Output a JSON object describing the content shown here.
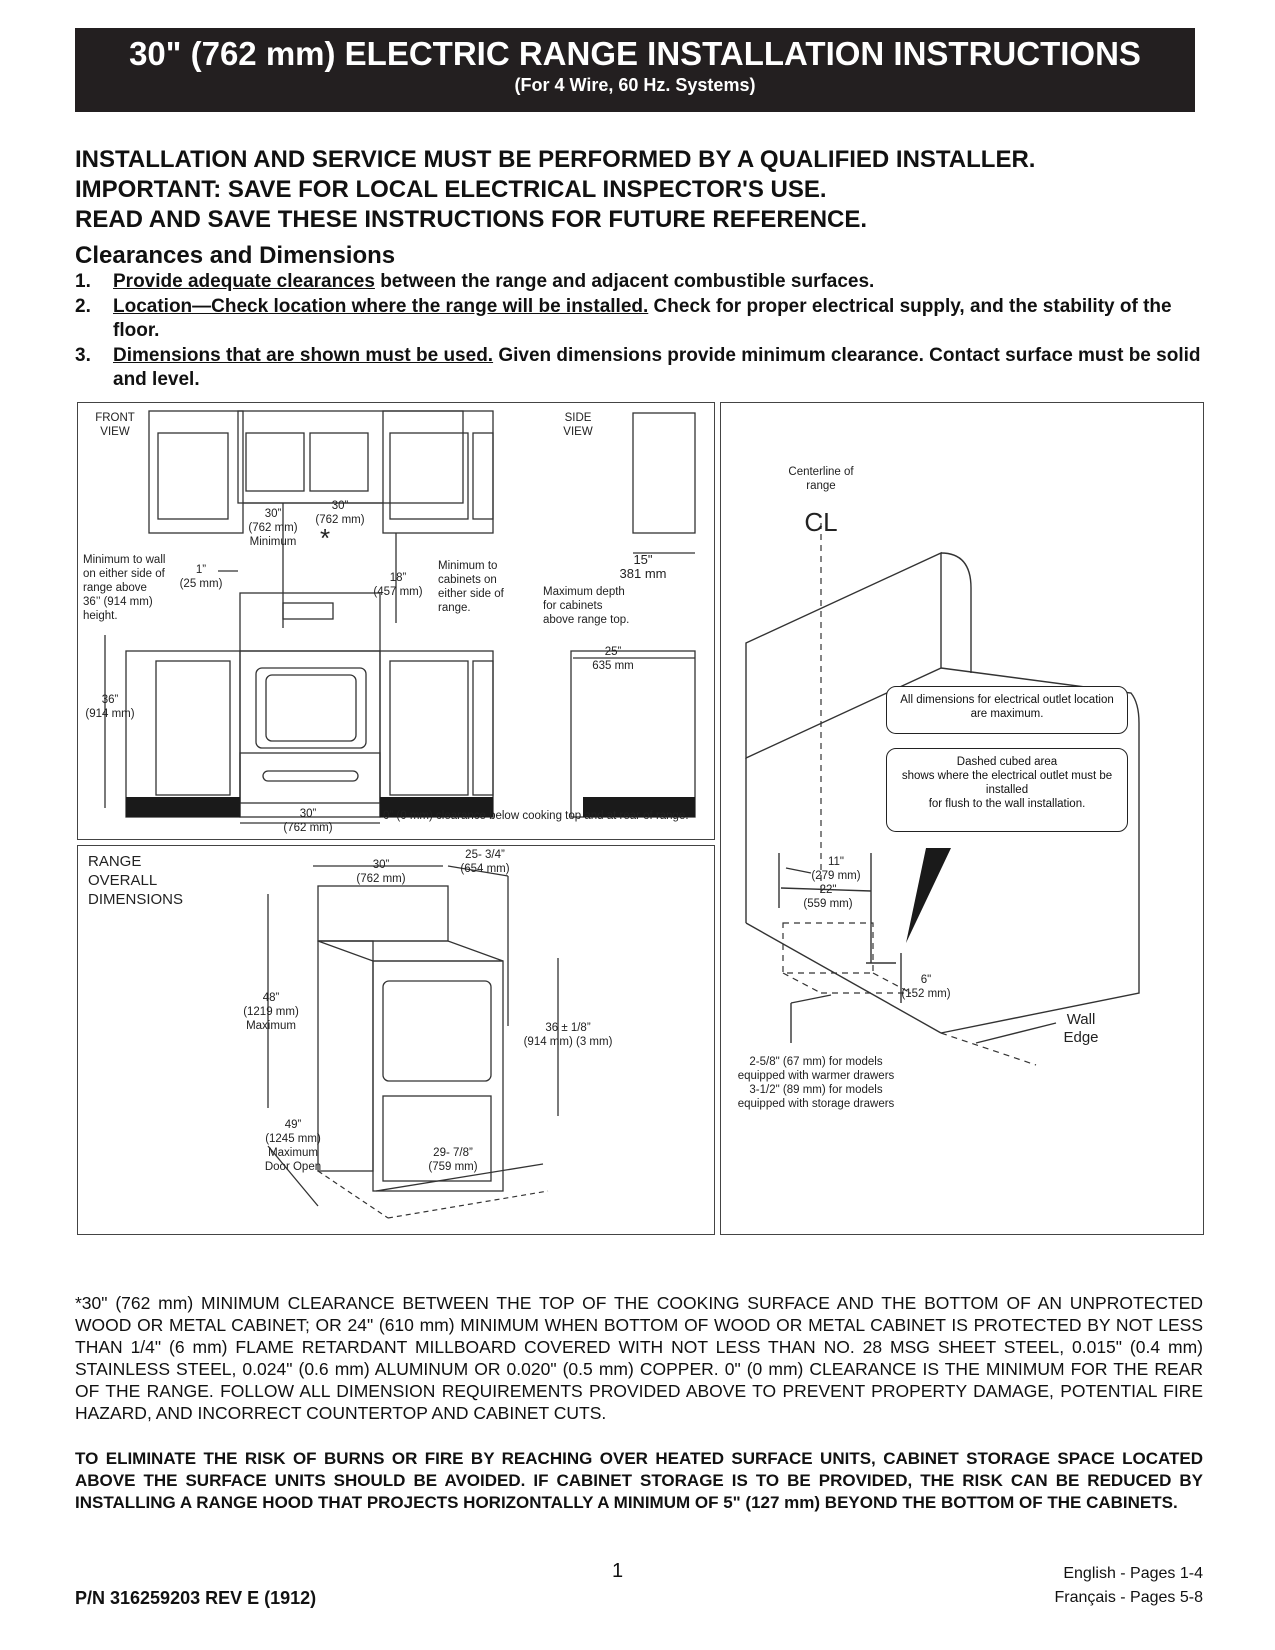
{
  "header": {
    "title": "30\" (762 mm) ELECTRIC RANGE INSTALLATION INSTRUCTIONS",
    "subtitle": "(For 4 Wire, 60 Hz. Systems)"
  },
  "warnings": [
    "INSTALLATION AND SERVICE MUST BE PERFORMED BY A QUALIFIED INSTALLER.",
    "IMPORTANT: SAVE FOR LOCAL ELECTRICAL INSPECTOR'S USE.",
    "READ AND SAVE THESE INSTRUCTIONS FOR FUTURE REFERENCE."
  ],
  "section_title": "Clearances and Dimensions",
  "steps": [
    {
      "num": "1.",
      "underlined": "Provide adequate clearances",
      "rest": " between the range and adjacent combustible surfaces."
    },
    {
      "num": "2.",
      "underlined": "Location—Check location where the range will be installed.",
      "rest": " Check for proper electrical supply, and the stability of the floor."
    },
    {
      "num": "3.",
      "underlined": "Dimensions that are shown must be used.",
      "rest": " Given dimensions provide minimum clearance. Contact surface must be solid and level."
    }
  ],
  "front_view": {
    "front_view_label": "FRONT\nVIEW",
    "side_view_label": "SIDE\nVIEW",
    "dim_30_min": "30”\n(762 mm)\nMinimum",
    "dim_30_top": "30”\n(762 mm)",
    "asterisk": "*",
    "min_wall": "Minimum to wall\non either side of\nrange above\n36’’ (914 mm)\nheight.",
    "dim_1": "1”\n(25 mm)",
    "dim_18": "18”\n(457 mm)",
    "min_cabinets": "Minimum to\ncabinets on\neither side of\nrange.",
    "dim_15": "15\"\n381 mm",
    "max_depth": "Maximum depth\nfor cabinets\nabove range top.",
    "dim_25": "25”\n635 mm",
    "dim_36": "36”\n(914 mm)",
    "dim_30_bottom": "30”\n(762 mm)",
    "zero_clearance": "0” (0 mm) clearance below cooking top and at rear of range."
  },
  "overall": {
    "title": "RANGE\nOVERALL\nDIMENSIONS",
    "width": "30”\n(762 mm)",
    "depth_top": "25- 3/4”\n(654 mm)",
    "height": "48”\n(1219 mm)\nMaximum",
    "counter": "36 ± 1/8”\n(914 mm)  (3 mm)",
    "door": "49”\n(1245 mm)\nMaximum\nDoor Open",
    "depth_bottom": "29- 7/8”\n(759 mm)"
  },
  "outlet": {
    "centerline": "Centerline of\nrange",
    "cl_symbol": "CL",
    "box1": "All dimensions for electrical outlet location\nare maximum.",
    "box2": "Dashed cubed area\nshows where the electrical outlet must be\ninstalled\nfor flush to the wall installation.",
    "dim_11": "11\"\n(279 mm)",
    "dim_22": "22\"\n(559 mm)",
    "dim_6": "6\"\n(152 mm)",
    "wall_edge": "Wall\nEdge",
    "drawers": "2-5/8\" (67 mm) for models\nequipped with warmer drawers\n3-1/2\" (89 mm) for models\nequipped with storage drawers"
  },
  "footnote": "*30\" (762 mm) MINIMUM CLEARANCE BETWEEN THE TOP OF THE COOKING SURFACE AND THE BOTTOM OF AN UNPROTECTED WOOD OR METAL CABINET; OR 24\" (610 mm) MINIMUM WHEN BOTTOM OF WOOD OR METAL CABINET IS PROTECTED BY NOT LESS THAN 1/4\" (6 mm) FLAME RETARDANT MILLBOARD COVERED WITH NOT LESS THAN NO. 28 MSG SHEET STEEL, 0.015\" (0.4 mm) STAINLESS STEEL, 0.024\" (0.6 mm) ALUMINUM OR 0.020\" (0.5 mm) COPPER. 0\" (0 mm) CLEARANCE IS THE MINIMUM FOR THE REAR OF THE RANGE. FOLLOW ALL DIMENSION REQUIREMENTS PROVIDED ABOVE TO PREVENT PROPERTY DAMAGE, POTENTIAL FIRE HAZARD, AND INCORRECT COUNTERTOP AND CABINET CUTS.",
  "burn_warning": "TO ELIMINATE THE RISK OF BURNS OR FIRE BY REACHING OVER HEATED SURFACE UNITS, CABINET STORAGE SPACE LOCATED ABOVE THE SURFACE UNITS SHOULD BE AVOIDED. IF CABINET STORAGE IS TO BE PROVIDED, THE RISK CAN BE REDUCED BY INSTALLING A RANGE HOOD THAT PROJECTS HORIZONTALLY A MINIMUM OF 5\" (127 mm) BEYOND THE BOTTOM OF THE CABINETS.",
  "footer": {
    "page_number": "1",
    "part_number": "P/N  316259203 REV E (1912)",
    "lang_en": "English - Pages 1-4",
    "lang_fr": "Français - Pages 5-8"
  }
}
